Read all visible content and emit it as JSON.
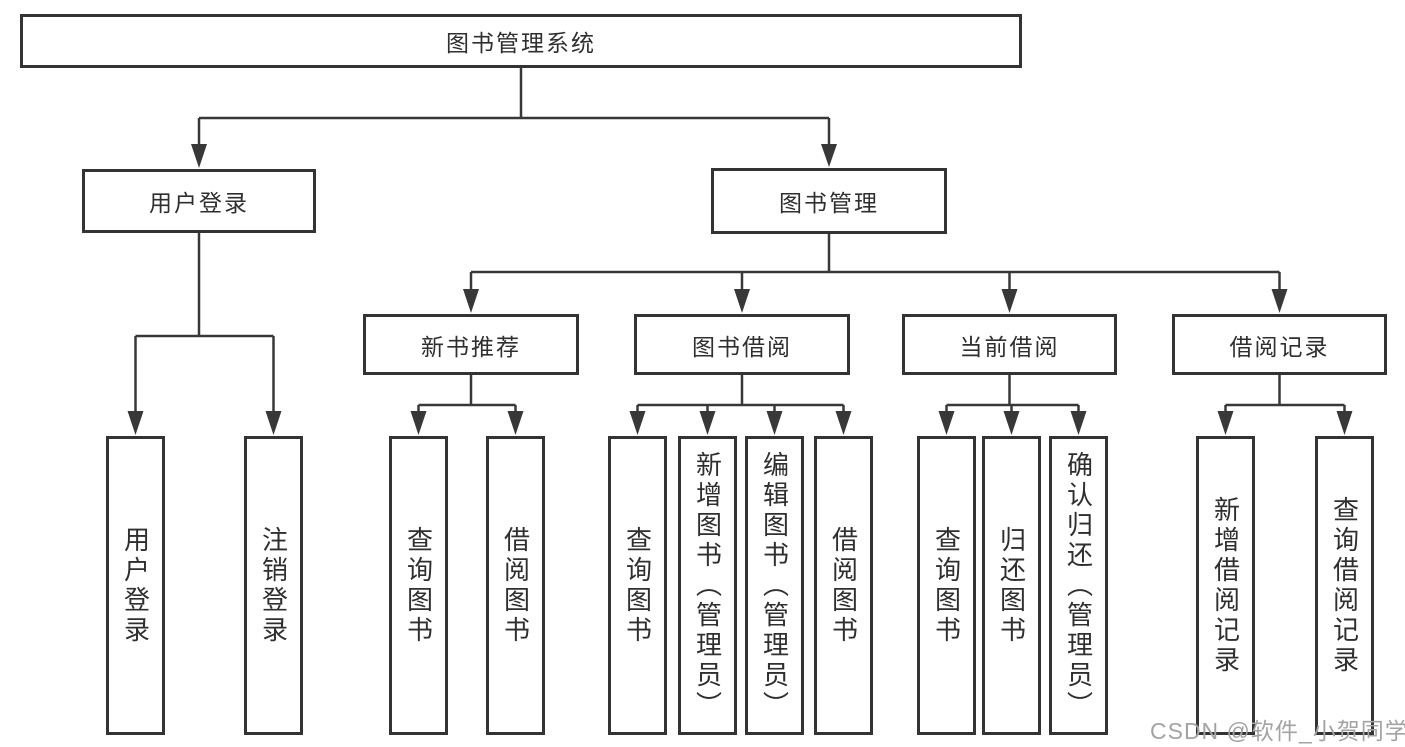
{
  "diagram_title": "图书管理系统",
  "tree": {
    "root": {
      "label": "图书管理系统"
    },
    "branches": [
      {
        "label": "用户登录",
        "children": [
          {
            "label": "用户登录"
          },
          {
            "label": "注销登录"
          }
        ]
      },
      {
        "label": "图书管理",
        "children": [
          {
            "label": "新书推荐",
            "children": [
              {
                "label": "查询图书"
              },
              {
                "label": "借阅图书"
              }
            ]
          },
          {
            "label": "图书借阅",
            "children": [
              {
                "label": "查询图书"
              },
              {
                "label": "新增图书（管理员）"
              },
              {
                "label": "编辑图书（管理员）"
              },
              {
                "label": "借阅图书"
              }
            ]
          },
          {
            "label": "当前借阅",
            "children": [
              {
                "label": "查询图书"
              },
              {
                "label": "归还图书"
              },
              {
                "label": "确认归还（管理员）"
              }
            ]
          },
          {
            "label": "借阅记录",
            "children": [
              {
                "label": "新增借阅记录"
              },
              {
                "label": "查询借阅记录"
              }
            ]
          }
        ]
      }
    ]
  },
  "watermark": "CSDN @软件_小贺同学",
  "colors": {
    "box_border": "#333333",
    "connector": "#383838",
    "text": "#2f2f2f",
    "watermark": "#a3a3a3",
    "background": "#ffffff"
  }
}
